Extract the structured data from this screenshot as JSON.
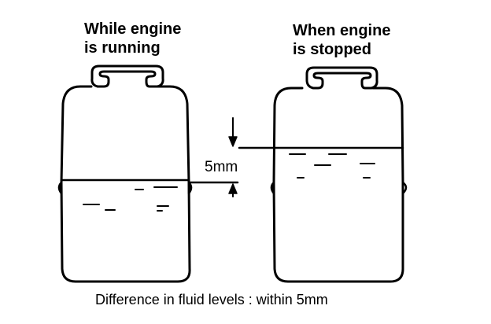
{
  "left_tank": {
    "title_line1": "While engine",
    "title_line2": "is running"
  },
  "right_tank": {
    "title_line1": "When engine",
    "title_line2": "is stopped"
  },
  "dimension": {
    "label": "5mm"
  },
  "caption": "Difference in fluid levels : within 5mm",
  "colors": {
    "ink": "#000000",
    "background": "#ffffff"
  }
}
